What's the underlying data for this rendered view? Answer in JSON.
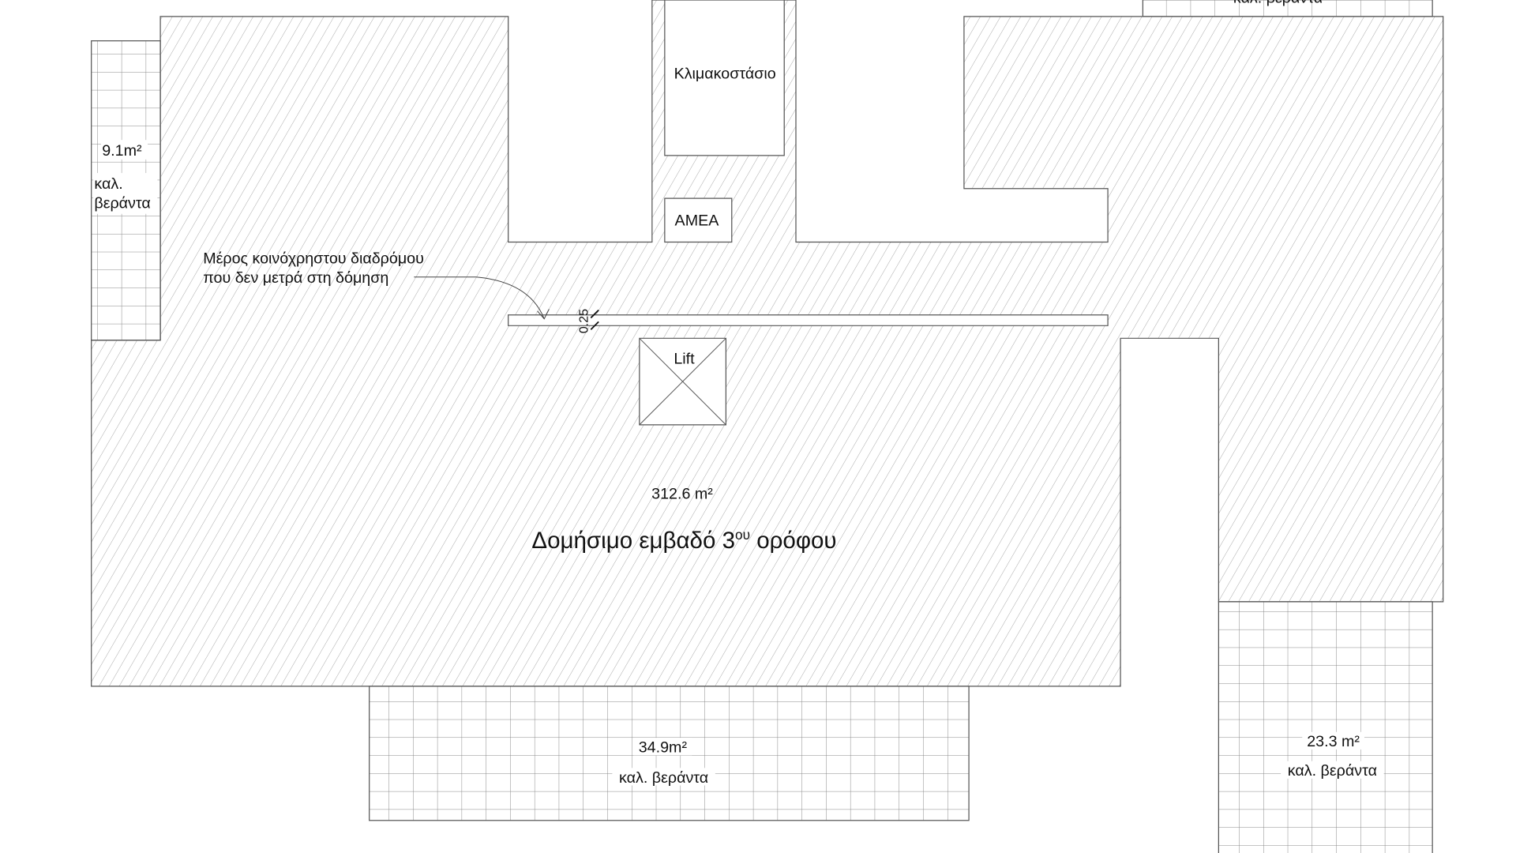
{
  "rooms": {
    "staircase": "Κλιμακοστάσιο",
    "amea": "AMEA",
    "lift": "Lift"
  },
  "annotation": {
    "line1": "Μέρος κοινόχρηστου διαδρόμου",
    "line2": "που δεν μετρά στη δόμηση",
    "dimension": "0.25"
  },
  "main_area": {
    "value": "312.6 m²",
    "title_prefix": "Δομήσιμο εμβαδό 3",
    "title_sup": "ου",
    "title_suffix": " ορόφου"
  },
  "balconies": {
    "left": {
      "area": "9.1m²",
      "label_line1": "καλ.",
      "label_line2": "βεράντα"
    },
    "bottom": {
      "area": "34.9m²",
      "label": "καλ. βεράντα"
    },
    "right": {
      "area": "23.3 m²",
      "label": "καλ. βεράντα"
    },
    "top": {
      "label": "καλ. βεράντα"
    }
  },
  "colors": {
    "hatch": "#9a9a9a",
    "outline": "#555555",
    "grid": "#777777"
  }
}
